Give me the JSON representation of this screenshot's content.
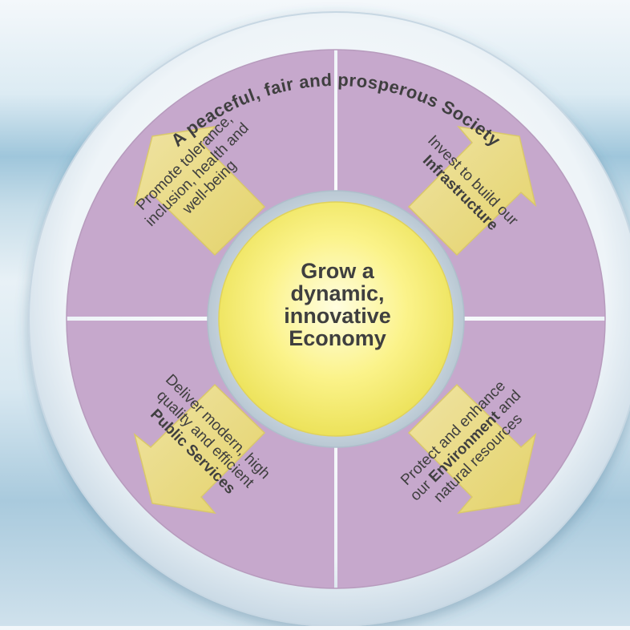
{
  "arc_title": "A peaceful, fair and prosperous Society",
  "center": {
    "lines": [
      "Grow a",
      "dynamic,",
      "innovative",
      "Economy"
    ]
  },
  "quadrants": {
    "top_left": {
      "lines": [
        [
          {
            "t": "Promote tolerance,",
            "b": false
          }
        ],
        [
          {
            "t": "inclusion, health and",
            "b": false
          }
        ],
        [
          {
            "t": "well-being",
            "b": false
          }
        ]
      ]
    },
    "top_right": {
      "lines": [
        [
          {
            "t": "Invest to build our",
            "b": false
          }
        ],
        [
          {
            "t": "Infrastructure",
            "b": true
          }
        ]
      ]
    },
    "bottom_left": {
      "lines": [
        [
          {
            "t": "Deliver modern, high",
            "b": false
          }
        ],
        [
          {
            "t": "quality and efficient",
            "b": false
          }
        ],
        [
          {
            "t": "Public Services",
            "b": true
          }
        ]
      ]
    },
    "bottom_right": {
      "lines": [
        [
          {
            "t": "Protect and enhance",
            "b": false
          }
        ],
        [
          {
            "t": "our ",
            "b": false
          },
          {
            "t": "Environment",
            "b": true
          },
          {
            "t": " and",
            "b": false
          }
        ],
        [
          {
            "t": "natural resources",
            "b": false
          }
        ]
      ]
    }
  },
  "colors": {
    "quadrant_fill": "#c6a8cc",
    "ring": "#e9f1f7",
    "arrow": "#ecdf7c",
    "center": "#f7ee6a",
    "text": "#3f3f3f"
  }
}
